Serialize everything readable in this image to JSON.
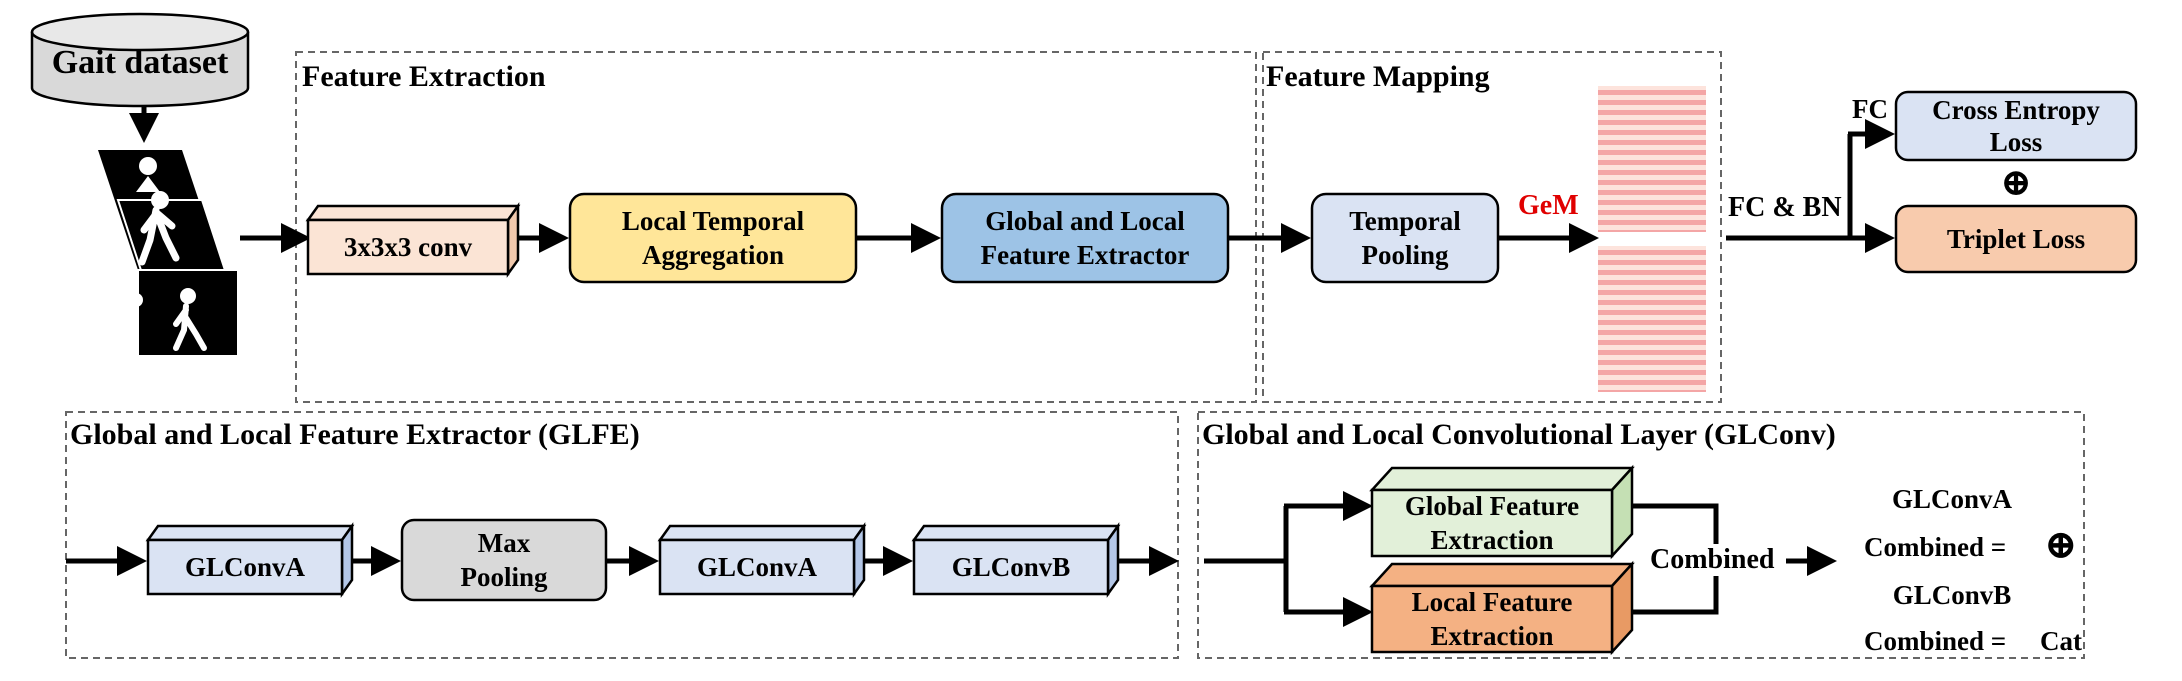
{
  "dataset": {
    "label": "Gait dataset"
  },
  "sections": {
    "feature_extraction": "Feature Extraction",
    "feature_mapping": "Feature Mapping",
    "glfe": "Global and Local Feature Extractor (GLFE)",
    "glconv": "Global and Local Convolutional Layer (GLConv)"
  },
  "top": {
    "conv": "3x3x3 conv",
    "lta_1": "Local Temporal",
    "lta_2": "Aggregation",
    "glfe_1": "Global and Local",
    "glfe_2": "Feature Extractor",
    "tp_1": "Temporal",
    "tp_2": "Pooling",
    "gem": "GeM",
    "fc_bn": "FC & BN",
    "fc": "FC",
    "ce_1": "Cross Entropy",
    "ce_2": "Loss",
    "triplet": "Triplet Loss",
    "oplus": "⊕"
  },
  "glfe": {
    "b1": "GLConvA",
    "mp_1": "Max",
    "mp_2": "Pooling",
    "b2": "GLConvA",
    "b3": "GLConvB"
  },
  "glconv": {
    "gfe_1": "Global Feature",
    "gfe_2": "Extraction",
    "lfe_1": "Local Feature",
    "lfe_2": "Extraction",
    "combined": "Combined",
    "legend_a": "GLConvA",
    "legend_a_eq": "Combined =",
    "legend_a_op": "⊕",
    "legend_b": "GLConvB",
    "legend_b_eq": "Combined =",
    "legend_b_op": "Cat"
  },
  "colors": {
    "peach": "#fbe4d5",
    "yellow": "#ffe699",
    "blue": "#9dc3e6",
    "light_blue": "#dae3f3",
    "gray": "#d9d9d9",
    "green": "#e2f0d9",
    "orange": "#f4b183",
    "salmon": "#f8cbad",
    "red_stripe": "#f4a6a6",
    "gem_red": "#e00000"
  }
}
